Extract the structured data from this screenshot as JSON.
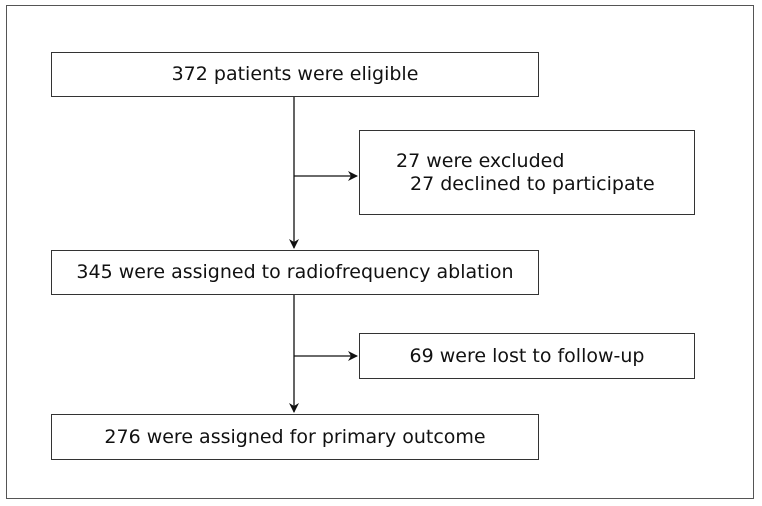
{
  "boxes": {
    "eligible": "372 patients were eligible",
    "excluded_title": "27 were excluded",
    "excluded_reason": "27 declined to participate",
    "assigned": "345 were assigned to radiofrequency ablation",
    "lost": "69 were lost to follow-up",
    "primary": "276 were assigned for primary outcome"
  },
  "colors": {
    "border": "#333333",
    "arrow": "#111111"
  }
}
